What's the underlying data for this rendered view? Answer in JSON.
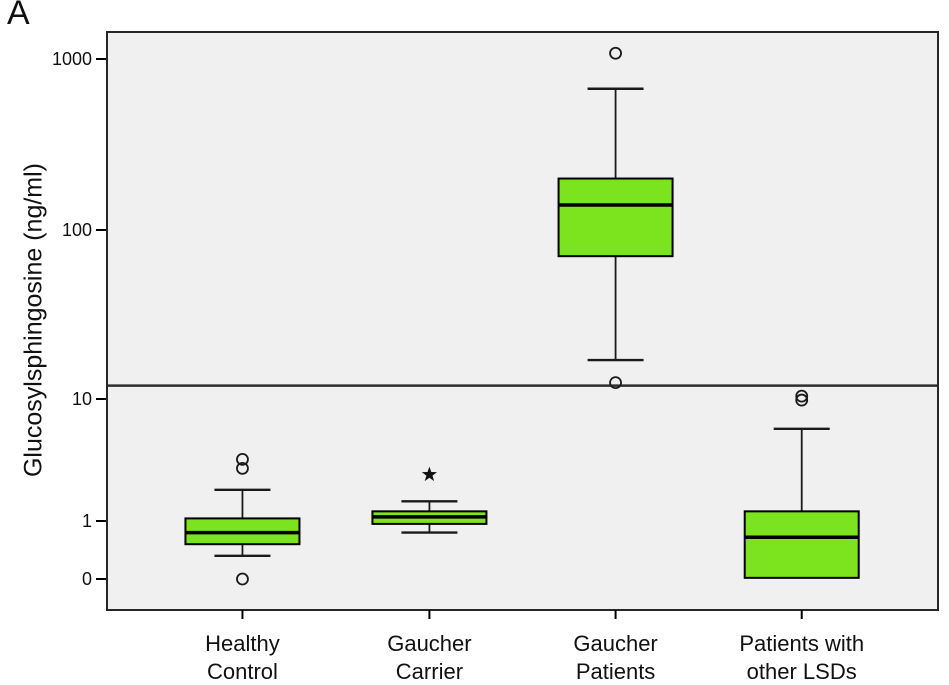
{
  "panel_label": "A",
  "chart_data": {
    "type": "boxplot",
    "title": "",
    "xlabel": "",
    "ylabel": "Glucosylsphingosine (ng/ml)",
    "y_scale": "log-like with 0 baseline",
    "y_ticks": [
      {
        "label": "0",
        "value": 0
      },
      {
        "label": "1",
        "value": 1
      },
      {
        "label": "10",
        "value": 10
      },
      {
        "label": "100",
        "value": 100
      },
      {
        "label": "1000",
        "value": 1000
      }
    ],
    "reference_line_value": 12,
    "grid": false,
    "legend": "none",
    "categories": [
      "Healthy Control",
      "Gaucher Carrier",
      "Gaucher Patients",
      "Patients with other LSDs"
    ],
    "groups": [
      {
        "label_lines": [
          "Healthy",
          "Control"
        ],
        "whisker_low": 0.4,
        "q1": 0.6,
        "median": 0.8,
        "q3": 1.05,
        "whisker_high": 1.8,
        "outliers": [
          3.2,
          2.7,
          0
        ],
        "extremes": []
      },
      {
        "label_lines": [
          "Gaucher",
          "Carrier"
        ],
        "whisker_low": 0.8,
        "q1": 0.95,
        "median": 1.08,
        "q3": 1.2,
        "whisker_high": 1.45,
        "outliers": [],
        "extremes": [
          2.4
        ]
      },
      {
        "label_lines": [
          "Gaucher",
          "Patients"
        ],
        "whisker_low": 17,
        "q1": 70,
        "median": 140,
        "q3": 200,
        "whisker_high": 670,
        "outliers": [
          1080,
          12.5
        ],
        "extremes": []
      },
      {
        "label_lines": [
          "Patients with",
          "other LSDs"
        ],
        "whisker_low": null,
        "q1": 0.02,
        "median": 0.72,
        "q3": 1.2,
        "whisker_high": 5.7,
        "outliers": [
          10.4,
          9.8
        ],
        "extremes": []
      }
    ],
    "colors": {
      "box_fill": "#7CE41E",
      "box_stroke": "#000000",
      "median_line": "#000000",
      "whisker": "#1a1a1a",
      "outlier_stroke": "#1a1a1a",
      "plot_background": "#F0F0F0",
      "frame": "#262626",
      "reference_line": "#2E2E2E",
      "text": "#111111"
    }
  }
}
